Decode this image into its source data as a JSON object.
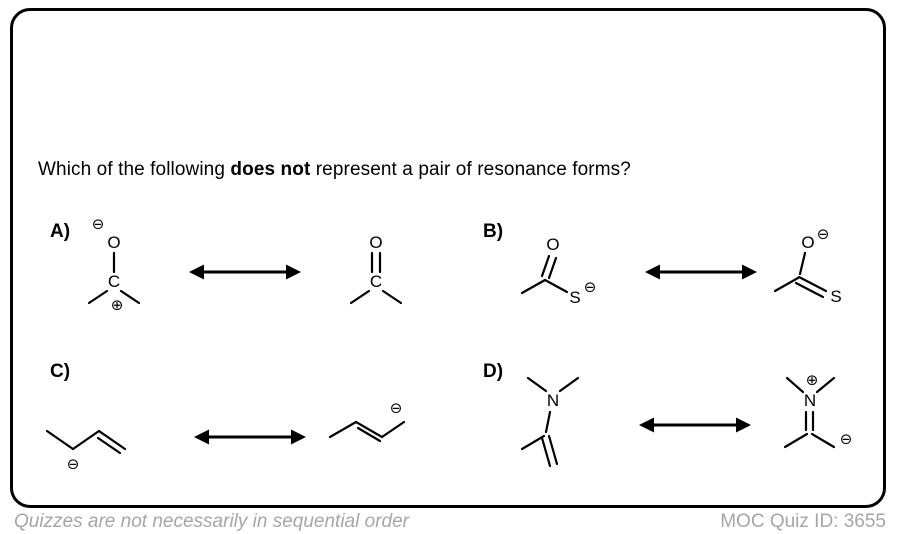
{
  "question": {
    "part1": "Which of the following ",
    "emphasis": "does not",
    "part2": " represent a pair of resonance forms?"
  },
  "options": {
    "a": {
      "label": "A)",
      "left": {
        "o": "O",
        "c": "C",
        "minus": "⊖",
        "plus": "⊕"
      },
      "right": {
        "o": "O",
        "c": "C"
      }
    },
    "b": {
      "label": "B)",
      "left": {
        "o": "O",
        "s": "S",
        "minus": "⊖"
      },
      "right": {
        "o": "O",
        "s": "S",
        "minus": "⊖"
      }
    },
    "c": {
      "label": "C)",
      "left": {
        "minus": "⊖"
      },
      "right": {
        "minus": "⊖"
      }
    },
    "d": {
      "label": "D)",
      "left": {
        "n": "N"
      },
      "right": {
        "n": "N",
        "plus": "⊕",
        "minus": "⊖"
      }
    }
  },
  "footer": {
    "left": "Quizzes are not necessarily in sequential order",
    "right": "MOC Quiz ID: 3655"
  },
  "colors": {
    "ink": "#000000",
    "footer_gray": "#a6a6a6",
    "background": "#ffffff"
  }
}
